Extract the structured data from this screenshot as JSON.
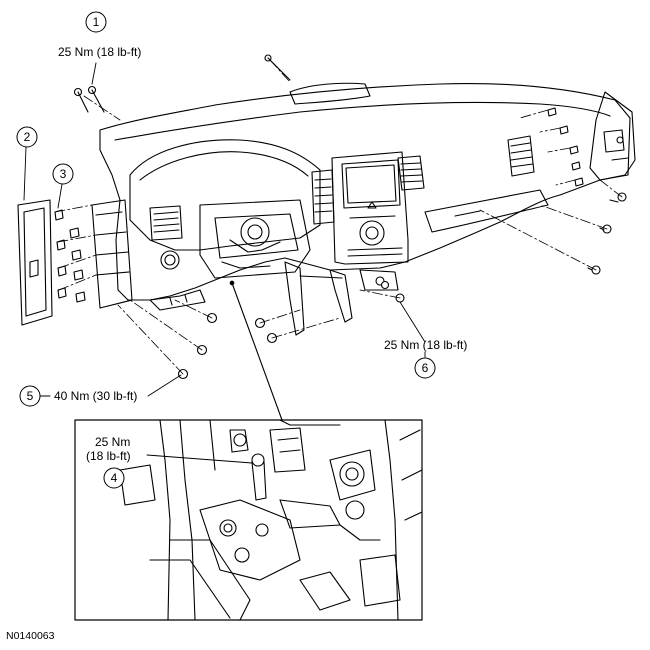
{
  "figure_id": "N0140063",
  "callouts": [
    {
      "number": "1",
      "torque": "25 Nm (18 lb-ft)"
    },
    {
      "number": "2",
      "torque": ""
    },
    {
      "number": "3",
      "torque": ""
    },
    {
      "number": "4",
      "torque_line1": "25 Nm",
      "torque_line2": "(18 lb-ft)"
    },
    {
      "number": "5",
      "torque": "40 Nm (30 lb-ft)"
    },
    {
      "number": "6",
      "torque": "25 Nm (18 lb-ft)"
    }
  ]
}
